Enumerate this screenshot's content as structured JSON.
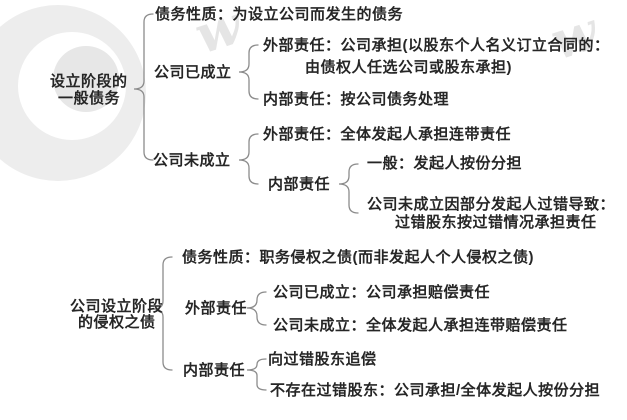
{
  "meta": {
    "background_color": "#ffffff",
    "text_color": "#262626",
    "line_color": "#8c8c8c",
    "watermark_color": "#ededed"
  },
  "tree_general_debts": {
    "root_line1": "设立阶段的",
    "root_line2": "一般债务",
    "nature": "债务性质：为设立公司而发生的债务",
    "established": {
      "label": "公司已成立",
      "external_line1": "外部责任：公司承担(以股东个人名义订立合同的：",
      "external_line2": "由债权人任选公司或股东承担)",
      "internal": "内部责任：按公司债务处理"
    },
    "not_established": {
      "label": "公司未成立",
      "external": "外部责任：全体发起人承担连带责任",
      "internal_label": "内部责任",
      "internal_general": "一般：发起人按份分担",
      "internal_fault_line1": "公司未成立因部分发起人过错导致：",
      "internal_fault_line2": "过错股东按过错情况承担责任"
    }
  },
  "tree_tort_debts": {
    "root_line1": "公司设立阶段",
    "root_line2": "的侵权之债",
    "nature": "债务性质：职务侵权之债(而非发起人个人侵权之债)",
    "external": {
      "label": "外部责任",
      "established": "公司已成立：公司承担赔偿责任",
      "not_established": "公司未成立：全体发起人承担连带赔偿责任"
    },
    "internal": {
      "label": "内部责任",
      "recourse": "向过错股东追偿",
      "no_fault": "不存在过错股东：公司承担/全体发起人按份分担"
    }
  },
  "watermark": {
    "letter": "w"
  }
}
